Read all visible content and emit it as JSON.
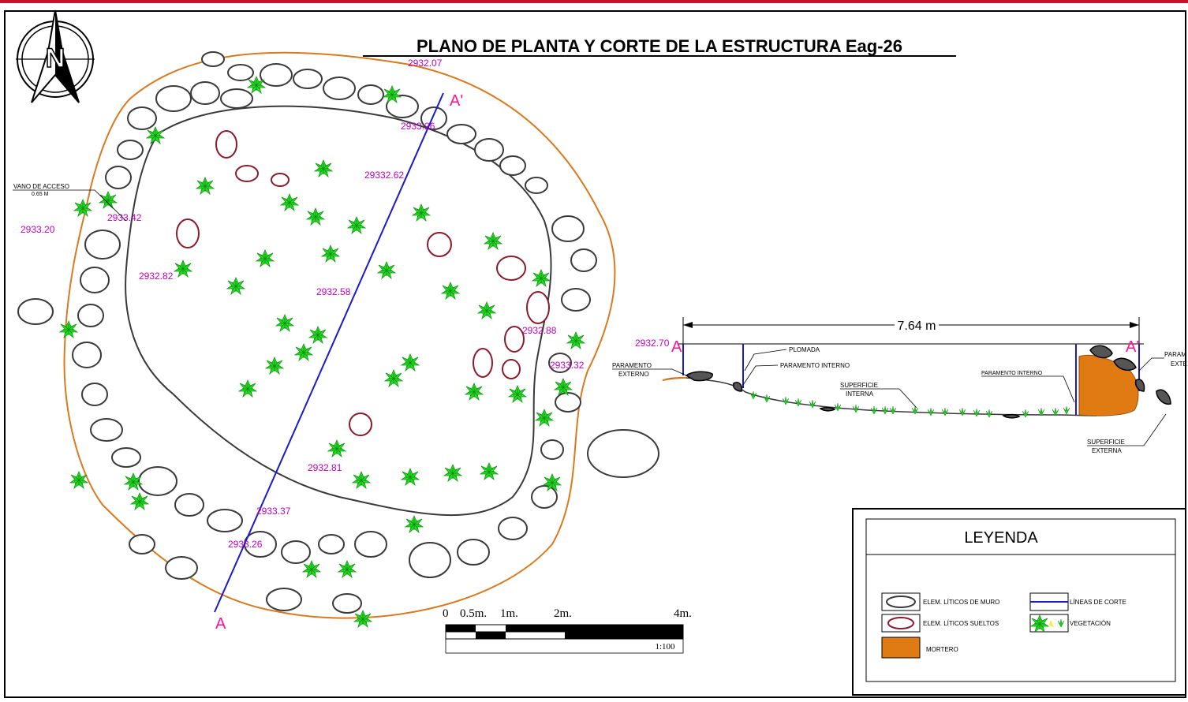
{
  "title": "PLANO DE PLANTA Y CORTE DE LA ESTRUCTURA Eag-26",
  "colors": {
    "frame": "#c8102e",
    "outline": "#d97a1f",
    "stone": "#3a3a3a",
    "loose_stone": "#8b1a2b",
    "vegetation": "#22dd22",
    "cut_line": "#1a1acc",
    "label": "#c000c0",
    "section_letter": "#ff1493",
    "mortar": "#e07b14"
  },
  "plan": {
    "elevations": [
      "2932.07",
      "2933.26",
      "29332.62",
      "2933.42",
      "2933.20",
      "2932.82",
      "2932.58",
      "2932.88",
      "2933.32",
      "2932.81",
      "2933.37",
      "2933.26"
    ],
    "access_label": "VANO DE ACCESO",
    "access_width": "0.65 M",
    "cut_start": "A",
    "cut_end": "A'"
  },
  "section": {
    "dimension": "7.64 m",
    "left_letter": "A",
    "right_letter": "A'",
    "left_elevation": "2932.70",
    "labels": {
      "plomada": "PLOMADA",
      "param_interno": "PARAMENTO INTERNO",
      "param_externo_1": "PARAMENTO",
      "param_externo_2": "EXTERNO",
      "superficie_interna_1": "SUPERFICIE",
      "superficie_interna_2": "INTERNA",
      "param_interno_right": "PARAMENTO INTERNO",
      "param_right_1": "PARAM",
      "param_right_2": "EXTE",
      "superficie_externa_1": "SUPERFICIE",
      "superficie_externa_2": "EXTERNA"
    }
  },
  "scale_bar": {
    "ticks": [
      "0",
      "0.5m.",
      "1m.",
      "2m.",
      "4m."
    ],
    "ratio": "1:100"
  },
  "legend": {
    "title": "LEYENDA",
    "items": [
      {
        "icon": "wall-stone-icon",
        "label": "ELEM. LÍTICOS DE MURO"
      },
      {
        "icon": "loose-stone-icon",
        "label": "ELEM. LÍTICOS SUELTOS"
      },
      {
        "icon": "mortar-swatch-icon",
        "label": "MORTERO"
      },
      {
        "icon": "cut-line-icon",
        "label": "LÍNEAS DE CORTE"
      },
      {
        "icon": "vegetation-icon",
        "label": "VEGETACIÓN"
      }
    ]
  }
}
